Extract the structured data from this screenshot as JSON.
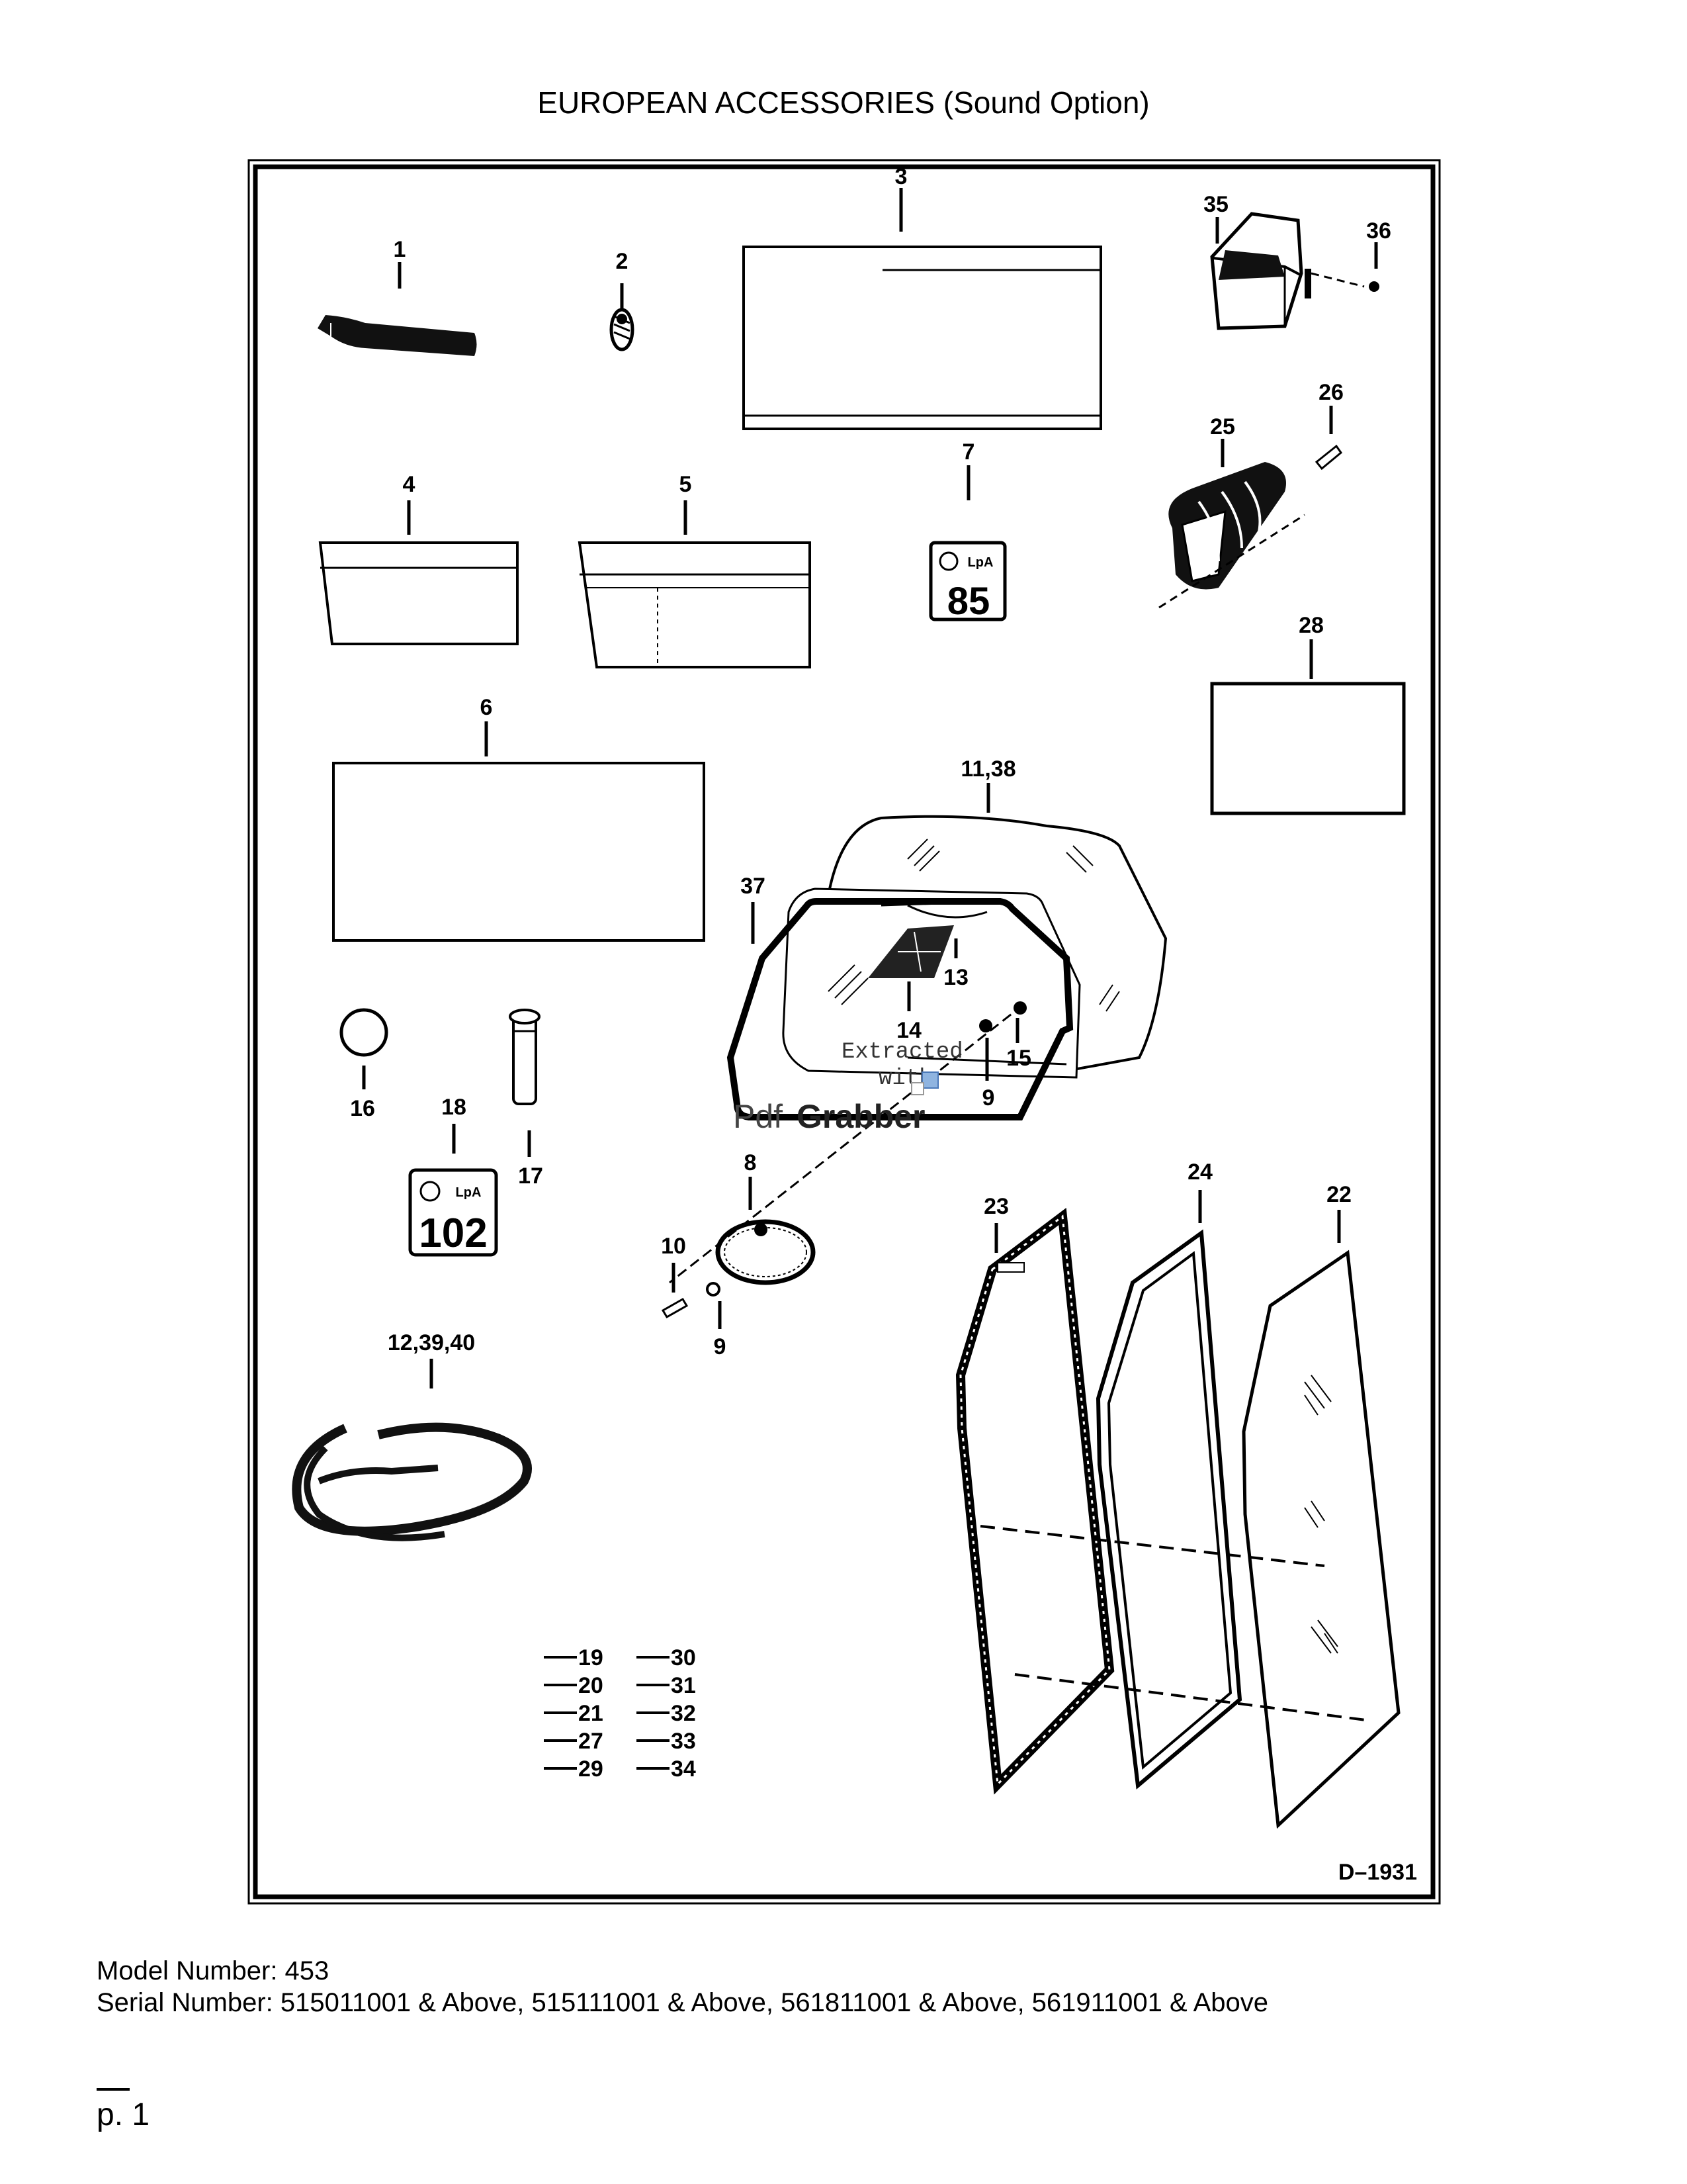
{
  "page": {
    "title": "EUROPEAN ACCESSORIES (Sound Option)",
    "model_line": "Model Number: 453",
    "serial_line": "Serial Number: 515011001 & Above, 515111001 & Above, 561811001 & Above, 561911001 & Above",
    "page_label": "p. 1"
  },
  "diagram": {
    "id": "D–1931",
    "labels": {
      "l1": "1",
      "l2": "2",
      "l3": "3",
      "l4": "4",
      "l5": "5",
      "l6": "6",
      "l7": "7",
      "l8": "8",
      "l9a": "9",
      "l9b": "9",
      "l10": "10",
      "l11_38": "11,38",
      "l12_39_40": "12,39,40",
      "l13": "13",
      "l14": "14",
      "l15": "15",
      "l16": "16",
      "l17": "17",
      "l18": "18",
      "l22": "22",
      "l23": "23",
      "l24": "24",
      "l25": "25",
      "l26": "26",
      "l28": "28",
      "l35": "35",
      "l36": "36",
      "l37": "37"
    },
    "decal_85_text": "85",
    "decal_102_text": "102",
    "decal_symbol_text": "LpA",
    "list_left": [
      "19",
      "20",
      "21",
      "27",
      "29"
    ],
    "list_right": [
      "30",
      "31",
      "32",
      "33",
      "34"
    ],
    "watermark": {
      "line1": "Extracted",
      "line2": "with",
      "brand_a": "Pdf",
      "brand_b": "Grabber"
    }
  }
}
